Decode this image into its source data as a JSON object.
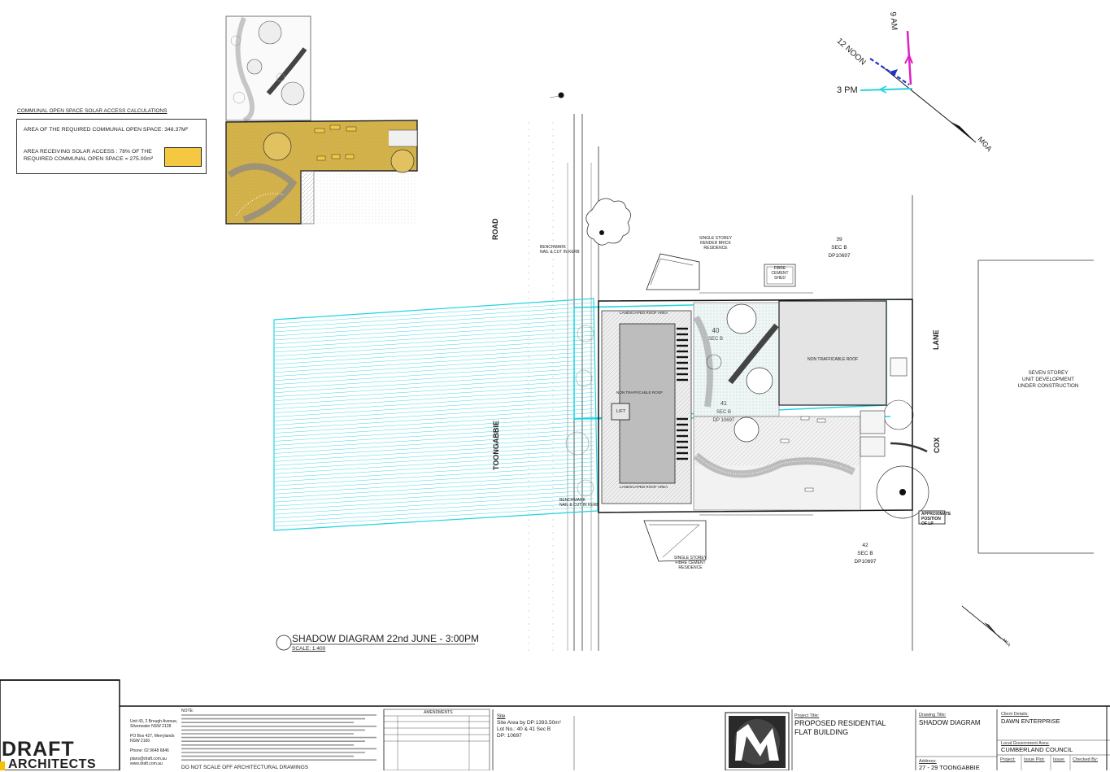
{
  "solar_calc": {
    "heading": "COMMUNAL OPEN SPACE SOLAR ACCESS CALCULATIONS",
    "line1": "AREA OF THE REQUIRED COMMUNAL OPEN SPACE: 348.37M²",
    "line2a": "AREA RECEIVING SOLAR ACCESS : 78% OF THE",
    "line2b": "REQUIRED COMMUNAL OPEN SPACE = 275.00m²",
    "swatch_color": "#f5c842"
  },
  "north_arrow": {
    "noon": "12 NOON",
    "nine_am": "9 AM",
    "three_pm": "3 PM",
    "mga": "MGA",
    "noon_color": "#2233cc",
    "nine_color": "#e020c0",
    "three_color": "#22d4e0"
  },
  "site": {
    "road_word_1": "ROAD",
    "road_word_2": "TOONGABBIE",
    "lane_word_1": "LANE",
    "lane_word_2": "COX",
    "roof_left": "NON TRAFFICABLE ROOF",
    "roof_right": "NON TRAFFICABLE ROOF",
    "lift": "LIFT",
    "landscaped_top": "LANDSCAPED ROOF AREA",
    "landscaped_bottom": "LANDSCAPED ROOF AREA",
    "lot39_a": "39",
    "lot39_b": "SEC B",
    "lot39_c": "DP10697",
    "lot42_a": "42",
    "lot42_b": "SEC B",
    "lot42_c": "DP10697",
    "lot40_a": "40",
    "lot40_b": "SEC B",
    "lot41_a": "41",
    "lot41_b": "SEC B",
    "lot41_c": "DP 10697",
    "seven_storey_1": "SEVEN STOREY",
    "seven_storey_2": "UNIT DEVELOPMENT",
    "seven_storey_3": "UNDER CONSTRUCTION",
    "single_storey_top_1": "SINGLE STOREY",
    "single_storey_top_2": "RENDER BRICK",
    "single_storey_top_3": "RESIDENCE",
    "fibre_shed_1": "FIBRE",
    "fibre_shed_2": "CEMENT",
    "fibre_shed_3": "SHED",
    "single_storey_bottom_1": "SINGLE STOREY",
    "single_storey_bottom_2": "FIBRE CEMENT",
    "single_storey_bottom_3": "RESIDENCE",
    "benchmark_top_1": "BENCHMARK",
    "benchmark_top_2": "NAIL & CUT IN KERB",
    "benchmark_bottom_1": "BENCHMARK",
    "benchmark_bottom_2": "NAIL & CUT IN KERB",
    "approx_position_1": "APPROXIMATE",
    "approx_position_2": "POSITION",
    "approx_position_3": "OF LP",
    "shadow_color": "#22d4e0"
  },
  "diagram_title": {
    "title": "SHADOW DIAGRAM 22nd JUNE - 3:00PM",
    "scale": "SCALE: 1:400"
  },
  "title_block": {
    "firm_1": "DRAFT",
    "firm_2": "ARCHITECTS",
    "address_1": "Unit 43, 2 Brough Avenue,",
    "address_2": "Silverwater NSW 2128",
    "po_1": "PO Box 427, Merrylands",
    "po_2": "NSW 2160",
    "phone": "Phone: 02 9648 6846",
    "email": "plans@draft.com.au",
    "web": "www.draft.com.au",
    "note_head": "NOTE:",
    "note_foot": "DO NOT SCALE OFF ARCHITECTURAL DRAWINGS",
    "amendments_head": "AMENDMENTS",
    "site_label": "Site",
    "site_area": "Site Area by DP:1393.50m²",
    "lot_no": "Lot No.: 40 & 41 Sec B",
    "dp": "DP: 10697",
    "project_title_label": "Project Title:",
    "project_title_1": "PROPOSED RESIDENTIAL",
    "project_title_2": "FLAT BUILDING",
    "drawing_title_label": "Drawing Title:",
    "drawing_title": "SHADOW DIAGRAM",
    "address_label": "Address:",
    "address_value": "27 - 29 TOONGABBIE",
    "client_label": "Client Details:",
    "client": "DAWN ENTERPRISE",
    "council_label": "Local Government Area:",
    "council": "CUMBERLAND COUNCIL",
    "project_no_label": "Project:",
    "issue_label": "Issue Plot:",
    "issue2_label": "Issue:",
    "checked_label": "Checked By:",
    "accent_color": "#f5c000"
  }
}
